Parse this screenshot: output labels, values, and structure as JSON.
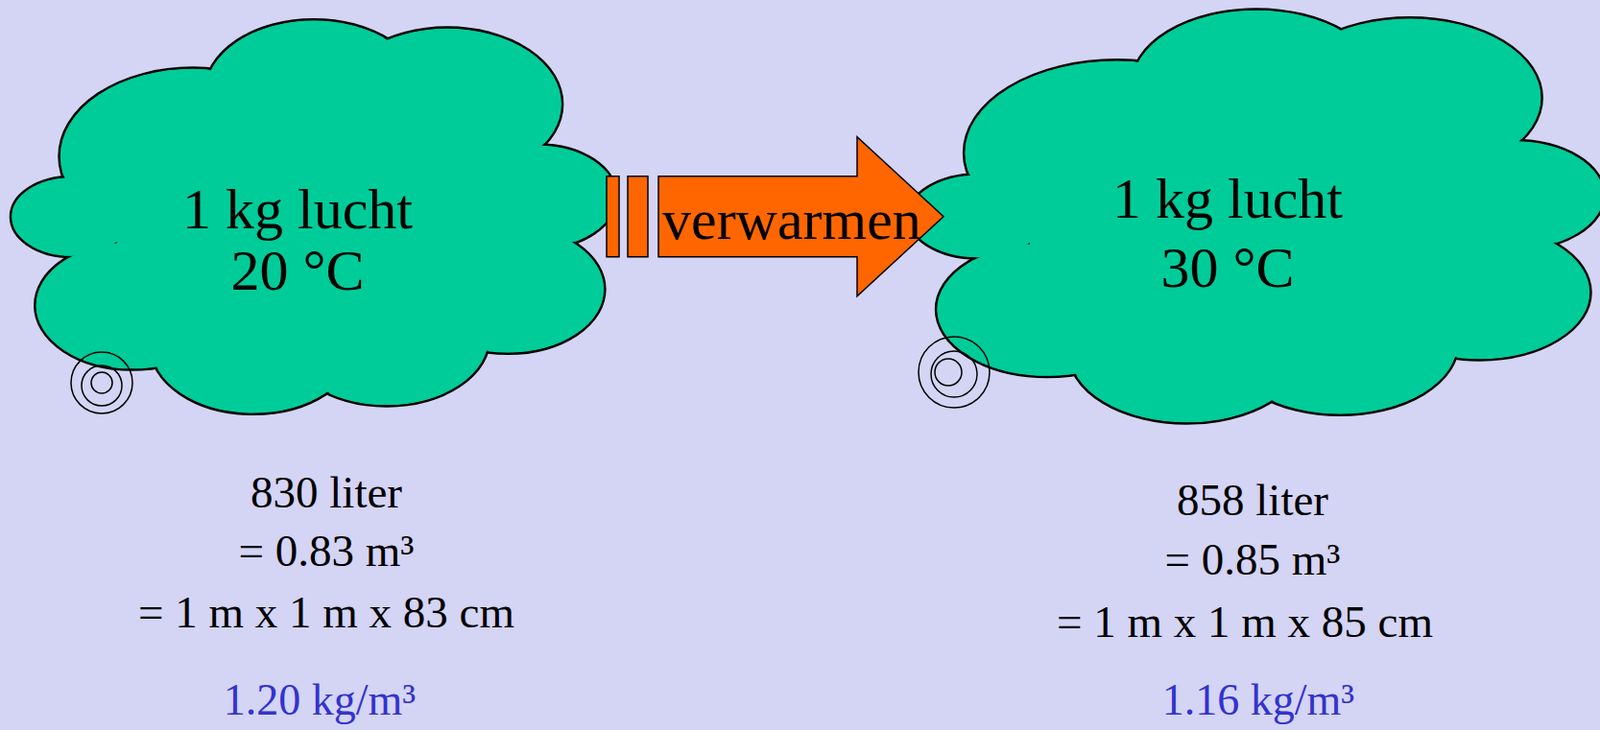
{
  "diagram": {
    "nodes": [
      {
        "text": [
          "1 kg lucht",
          "20 °C"
        ]
      },
      {
        "text": [
          "1 kg lucht",
          "30 °C"
        ]
      }
    ],
    "edges": [
      {
        "from": 0,
        "to": 1,
        "label": "verwarmen",
        "arrow": "to"
      }
    ],
    "labels": [
      "830 liter",
      "= 0.83 m³",
      "= 1 m x 1 m x 83 cm",
      "1.20 kg/m³",
      "858 liter",
      "= 0.85 m³",
      "= 1 m x 1 m x 85 cm",
      "1.16 kg/m³"
    ]
  }
}
